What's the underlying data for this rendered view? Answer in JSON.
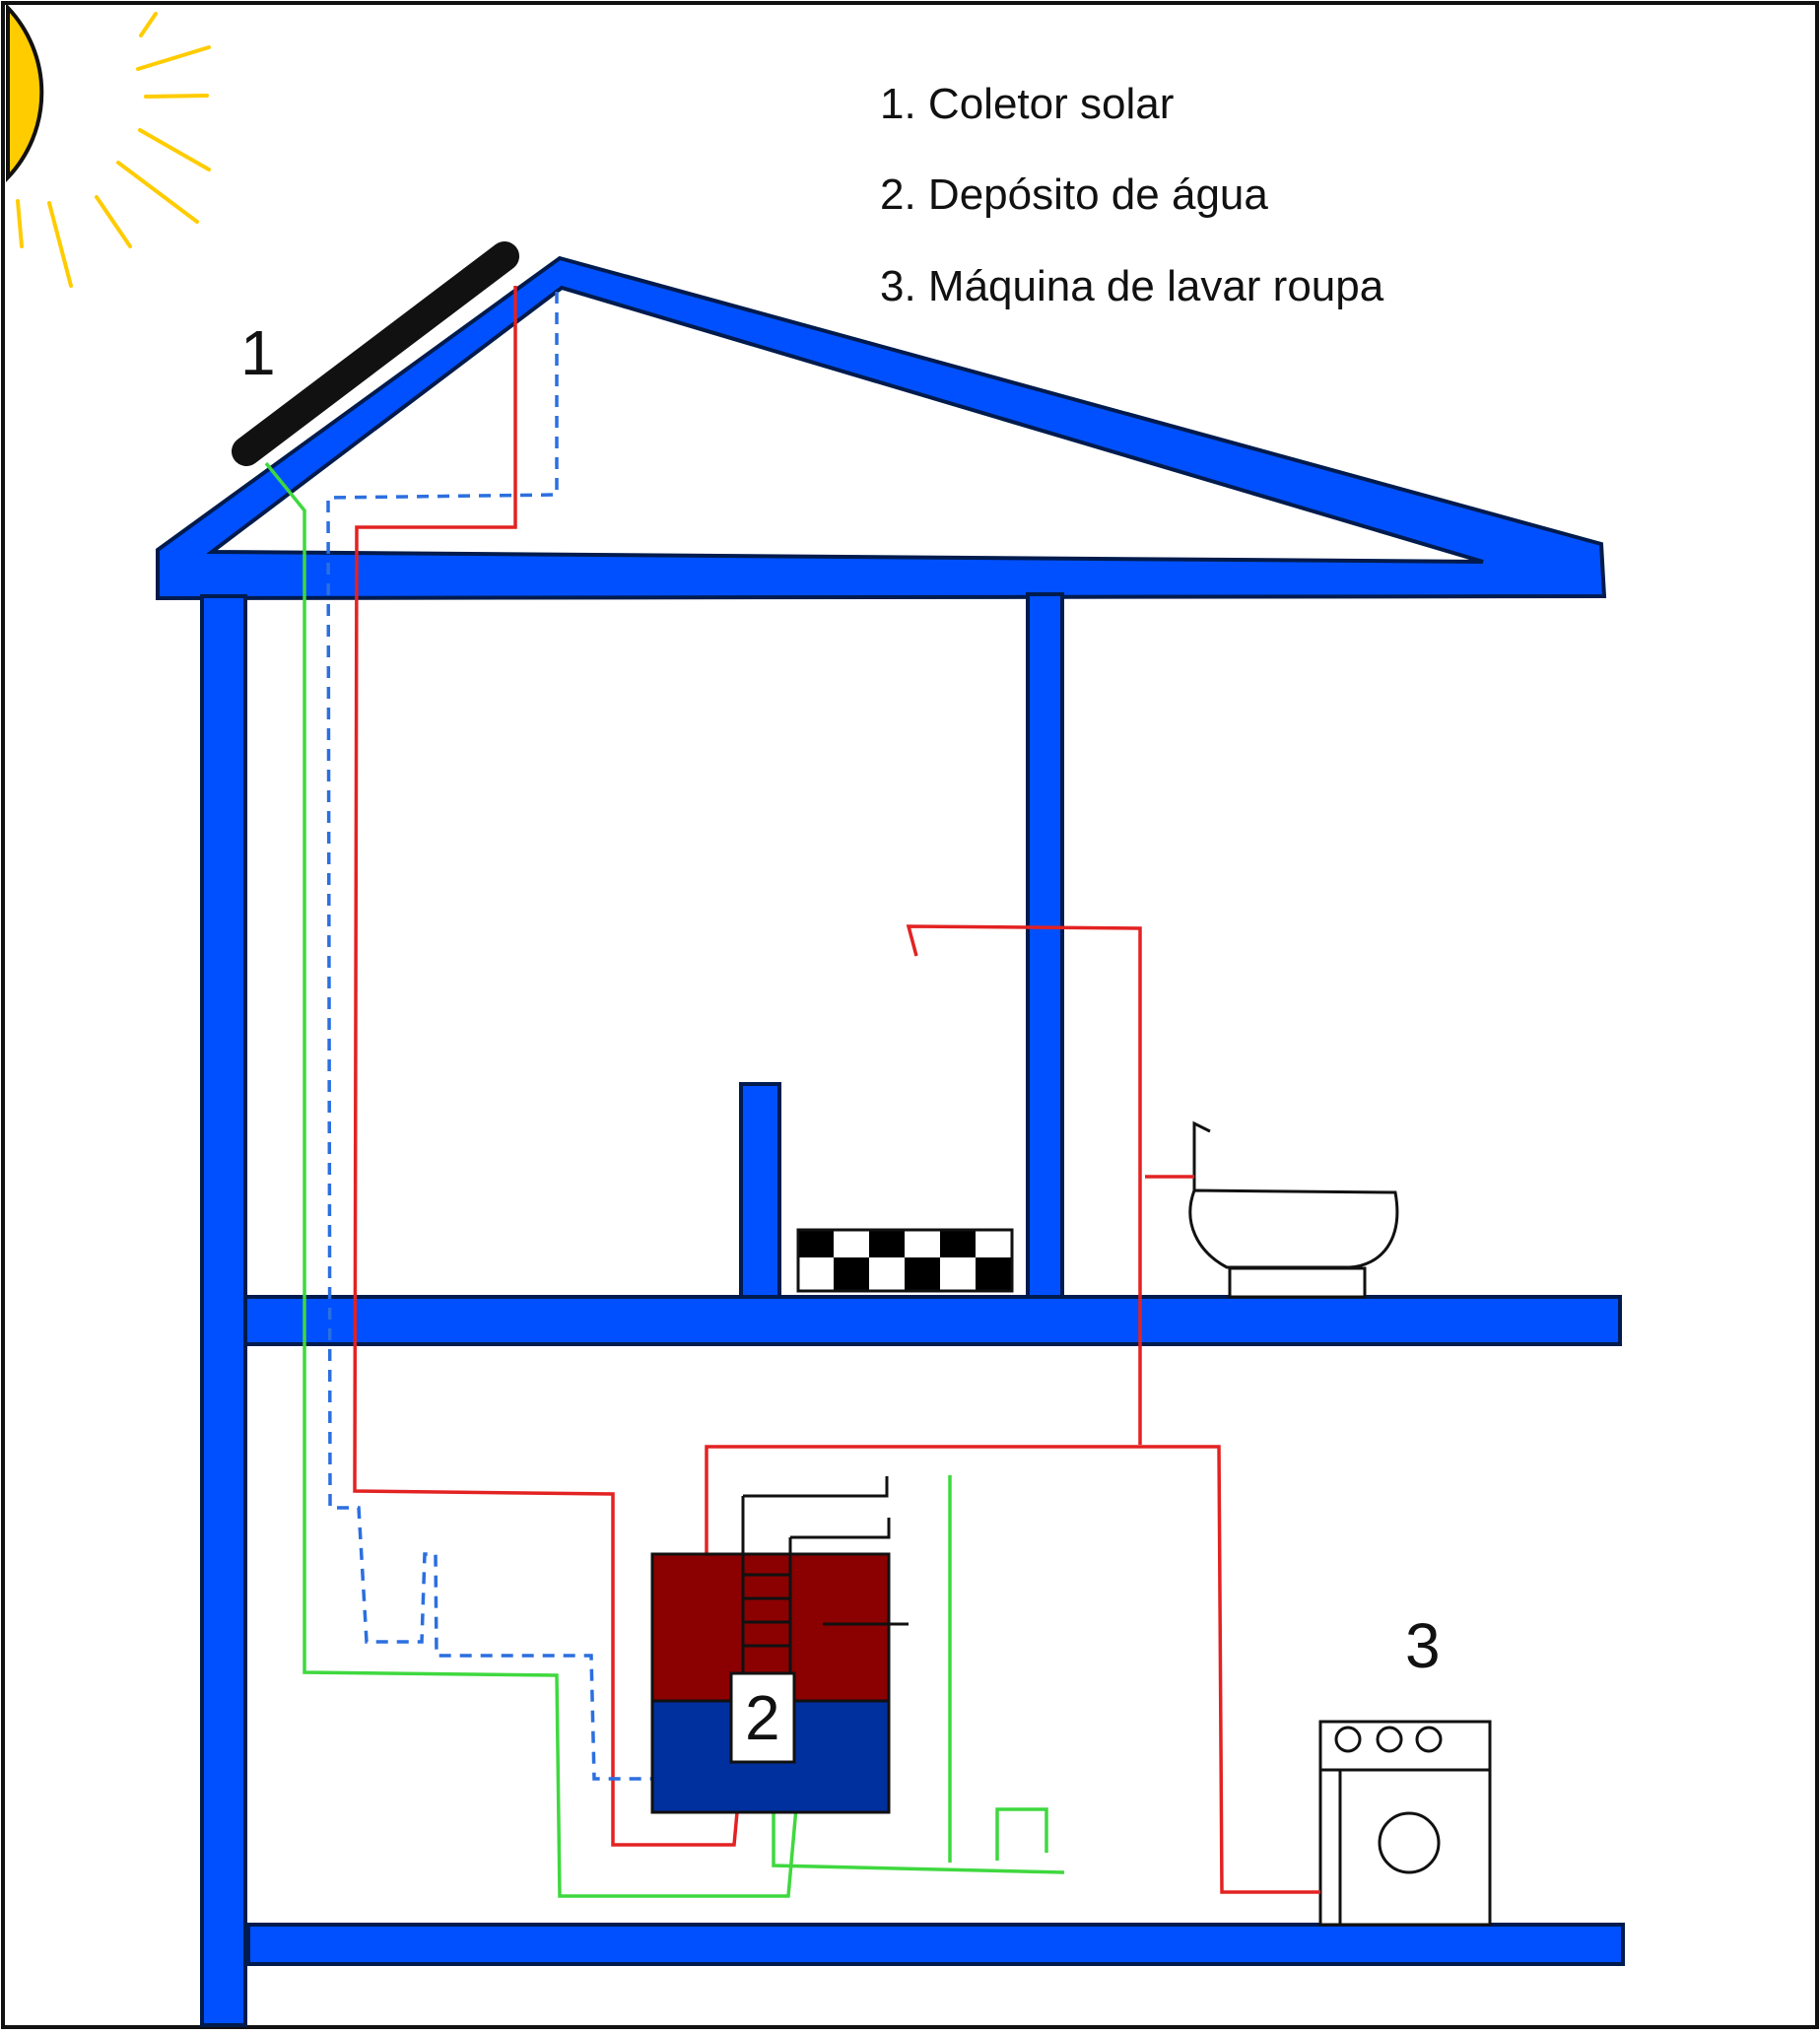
{
  "legend": {
    "items": [
      "1. Coletor solar",
      "2. Depósito de água",
      "3. Máquina de lavar roupa"
    ]
  },
  "markers": {
    "collector": "1",
    "tank": "2",
    "washing_machine": "3"
  },
  "colors": {
    "structure": "#0050ff",
    "structure_outline": "#001b4d",
    "hot_pipe": "#e32222",
    "cold_pipe": "#3fd83f",
    "return_pipe_dashed": "#2b6fe0",
    "tank_hot": "#8b0000",
    "tank_cold": "#002f9e",
    "sun": "#ffcc00"
  }
}
